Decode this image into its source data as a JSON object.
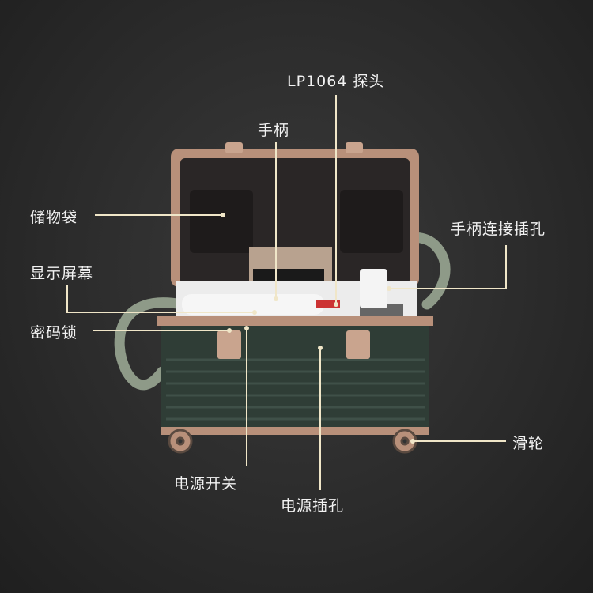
{
  "labels": {
    "probe": "LP1064 探头",
    "handle": "手柄",
    "storage_bag": "储物袋",
    "handle_port": "手柄连接插孔",
    "display": "显示屏幕",
    "lock": "密码锁",
    "wheels": "滑轮",
    "power_switch": "电源开关",
    "power_socket": "电源插孔"
  },
  "colors": {
    "background": "#2b2b2b",
    "frame": "#b8907a",
    "body": "#2f3d36",
    "line": "#f0e6c8"
  }
}
